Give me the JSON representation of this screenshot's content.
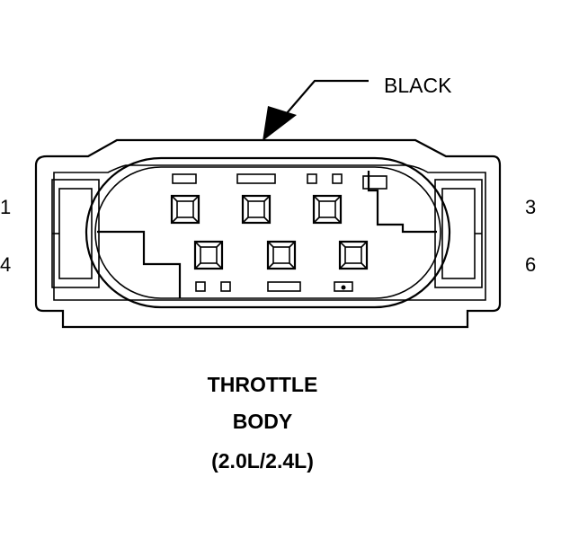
{
  "callout": {
    "color_label": "BLACK"
  },
  "pins": {
    "left_top": "1",
    "left_bottom": "4",
    "right_top": "3",
    "right_bottom": "6"
  },
  "caption": {
    "line1": "THROTTLE",
    "line2": "BODY",
    "line3": "(2.0L/2.4L)"
  },
  "colors": {
    "ink": "#000000",
    "background": "#ffffff"
  }
}
